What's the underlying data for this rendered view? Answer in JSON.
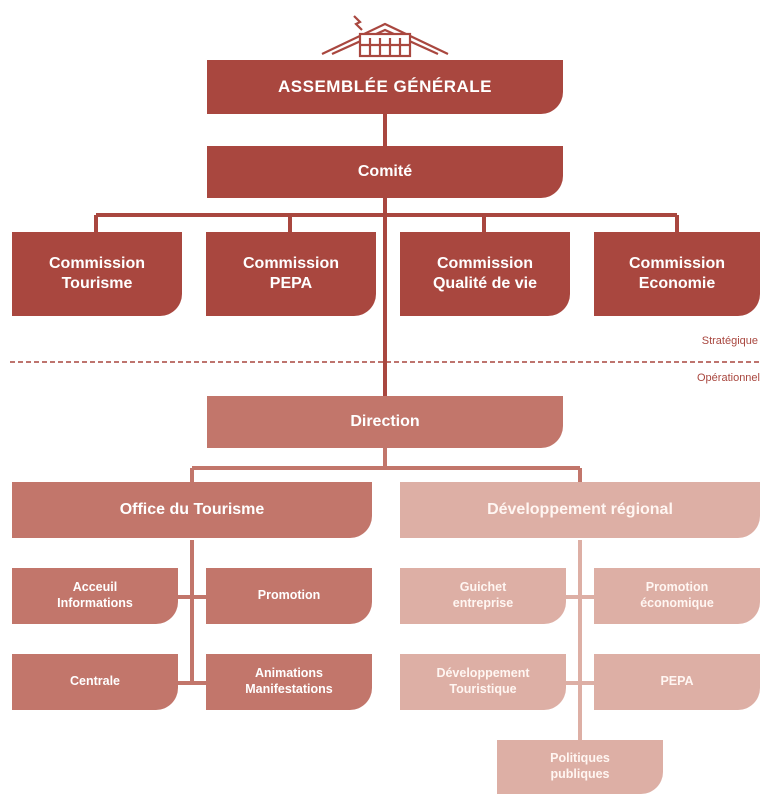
{
  "org_chart": {
    "assembly": "ASSEMBLÉE GÉNÉRALE",
    "committee": "Comité",
    "commissions": [
      "Commission\nTourisme",
      "Commission\nPEPA",
      "Commission\nQualité de vie",
      "Commission\nEconomie"
    ],
    "strategic_label": "Stratégique",
    "operational_label": "Opérationnel",
    "direction": "Direction",
    "departments": {
      "tourism_office": {
        "title": "Office du Tourisme",
        "units": [
          "Acceuil\nInformations",
          "Promotion",
          "Centrale",
          "Animations\nManifestations"
        ]
      },
      "regional_development": {
        "title": "Développement régional",
        "units": [
          "Guichet\nentreprise",
          "Promotion\néconomique",
          "Développement\nTouristique",
          "PEPA",
          "Politiques\npubliques"
        ]
      }
    }
  },
  "colors": {
    "primary": "#a9473f",
    "secondary": "#c2766b",
    "tertiary": "#ddafa5"
  }
}
